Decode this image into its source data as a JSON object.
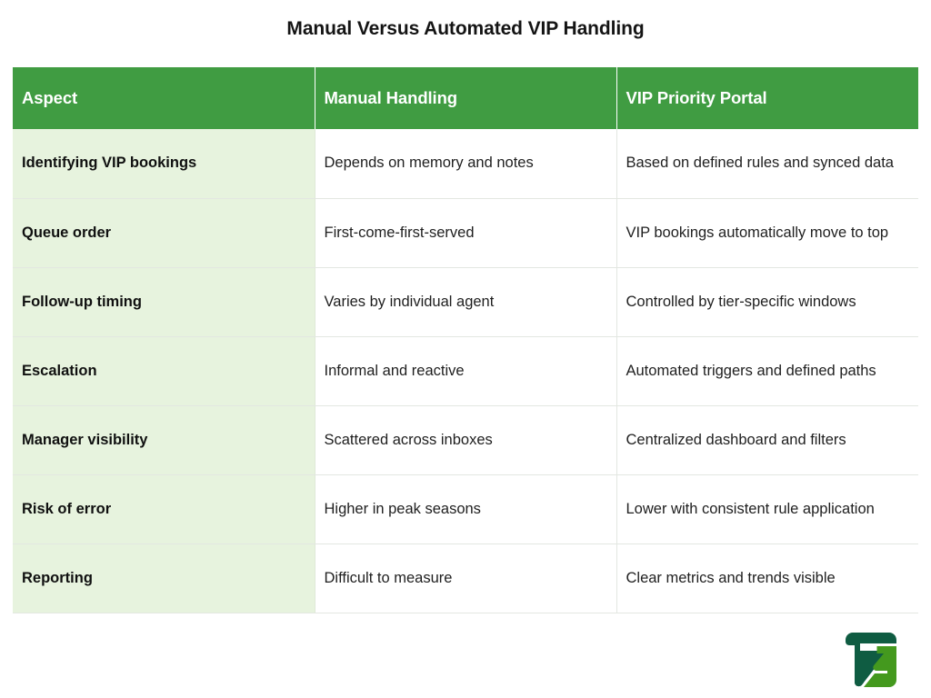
{
  "title": "Manual Versus Automated VIP Handling",
  "colors": {
    "header_green": "#409c42",
    "row_label_green": "#e7f3de",
    "logo_dark_green": "#0f5c42",
    "logo_bright_green": "#44991e",
    "text": "#1f1f1f",
    "border": "#e3e7e1"
  },
  "table": {
    "columns": [
      {
        "key": "aspect",
        "label": "Aspect"
      },
      {
        "key": "manual",
        "label": "Manual Handling"
      },
      {
        "key": "portal",
        "label": "VIP Priority Portal"
      }
    ],
    "rows": [
      {
        "aspect": "Identifying VIP bookings",
        "manual": "Depends on memory and notes",
        "portal": "Based on defined rules and synced data"
      },
      {
        "aspect": "Queue order",
        "manual": "First-come-first-served",
        "portal": "VIP bookings automatically move to top"
      },
      {
        "aspect": "Follow-up timing",
        "manual": "Varies by individual agent",
        "portal": "Controlled by tier-specific windows"
      },
      {
        "aspect": "Escalation",
        "manual": "Informal and reactive",
        "portal": "Automated triggers and defined paths"
      },
      {
        "aspect": "Manager visibility",
        "manual": "Scattered across inboxes",
        "portal": "Centralized dashboard and filters"
      },
      {
        "aspect": "Risk of error",
        "manual": "Higher in peak seasons",
        "portal": "Lower with consistent rule application"
      },
      {
        "aspect": "Reporting",
        "manual": "Difficult to measure",
        "portal": "Clear metrics and trends visible"
      }
    ]
  },
  "logo": {
    "name": "brand-logo",
    "shape": "rounded-square-f-z-monogram"
  }
}
